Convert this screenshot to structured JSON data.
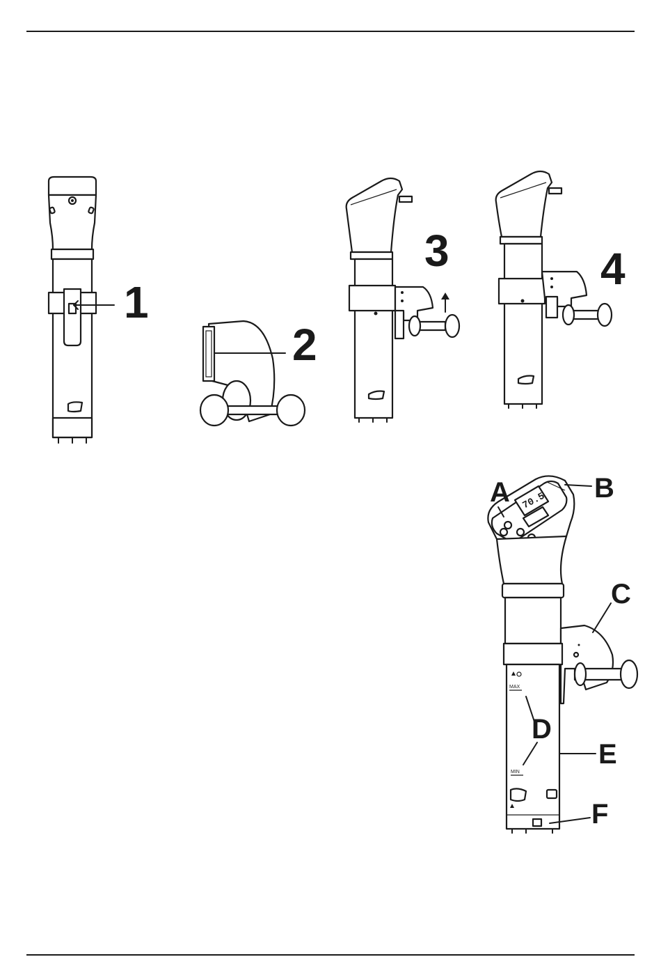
{
  "steps": [
    {
      "label": "1"
    },
    {
      "label": "2"
    },
    {
      "label": "3"
    },
    {
      "label": "4"
    }
  ],
  "parts": [
    {
      "label": "A"
    },
    {
      "label": "B"
    },
    {
      "label": "C"
    },
    {
      "label": "D"
    },
    {
      "label": "E"
    },
    {
      "label": "F"
    }
  ],
  "device": {
    "display_value": "70.5",
    "level_max": "MAX",
    "level_min": "MIN"
  }
}
